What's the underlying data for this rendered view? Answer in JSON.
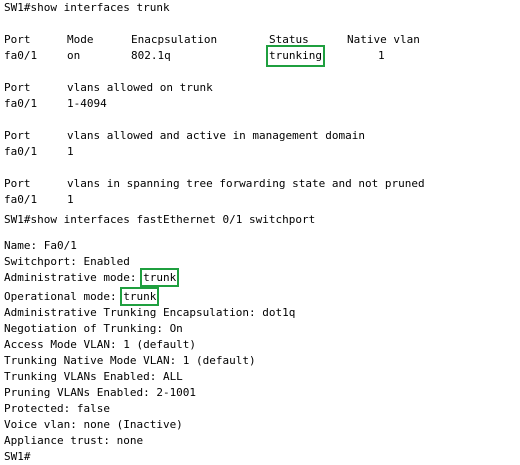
{
  "accent_color": "#1f9f3f",
  "trunk_section": {
    "command": "SW1#show interfaces trunk",
    "header": {
      "port": "Port",
      "mode": "Mode",
      "encapsulation": "Enacpsulation",
      "status": "Status",
      "native_vlan": "Native vlan"
    },
    "row": {
      "port": "fa0/1",
      "mode": "on",
      "encapsulation": "802.1q",
      "status": "trunking",
      "native_vlan": "1"
    },
    "allowed": {
      "header_port": "Port",
      "header_text": "vlans allowed on trunk",
      "port": "fa0/1",
      "value": "1-4094"
    },
    "active": {
      "header_port": "Port",
      "header_text": "vlans allowed and active in management domain",
      "port": "fa0/1",
      "value": "1"
    },
    "stp": {
      "header_port": "Port",
      "header_text": "vlans in spanning tree forwarding state and not pruned",
      "port": "fa0/1",
      "value": "1"
    }
  },
  "switchport_section": {
    "command": "SW1#show interfaces fastEthernet 0/1 switchport",
    "name": "Name: Fa0/1",
    "switchport": "Switchport: Enabled",
    "admin_mode_label": "Administrative mode: ",
    "admin_mode_value": "trunk",
    "oper_mode_label": "Operational mode: ",
    "oper_mode_value": "trunk",
    "admin_trunk_encap": "Administrative Trunking Encapsulation: dot1q",
    "negotiation": "Negotiation of Trunking: On",
    "access_vlan": "Access Mode VLAN: 1 (default)",
    "native_vlan": "Trunking Native Mode VLAN: 1 (default)",
    "trunking_vlans": "Trunking VLANs Enabled: ALL",
    "pruning_vlans": "Pruning VLANs Enabled: 2-1001",
    "protected": "Protected: false",
    "voice_vlan": "Voice vlan: none (Inactive)",
    "appliance_trust": "Appliance trust: none"
  },
  "prompt": "SW1#"
}
